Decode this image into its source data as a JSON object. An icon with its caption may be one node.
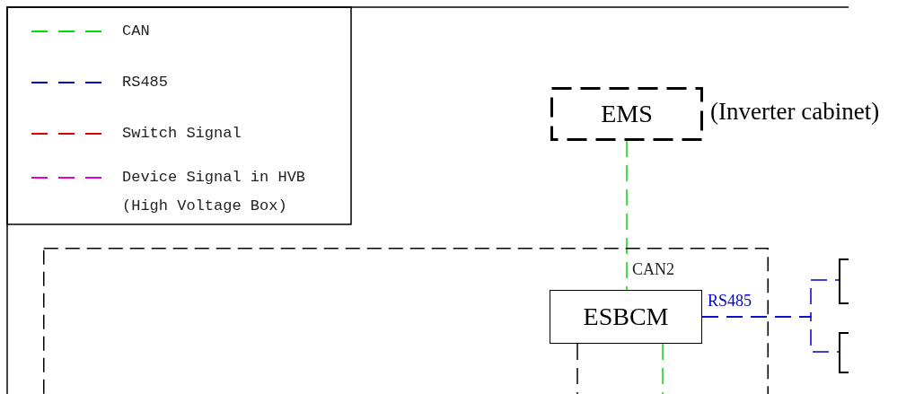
{
  "diagram": {
    "nodes": [
      {
        "text": [
          "EMS"
        ],
        "beside": [
          "(Inverter cabinet)"
        ]
      },
      {
        "text": [],
        "shape": "box"
      },
      {
        "text": [
          "ESBCM"
        ],
        "in": 1
      },
      {
        "text": [],
        "shape": "box"
      },
      {
        "text": [],
        "shape": "box"
      }
    ],
    "edges": [
      {
        "from": 0,
        "to": 2,
        "arrow": "none",
        "label": "CAN2",
        "style": "dashed",
        "color": "#00dd00"
      },
      {
        "from": 2,
        "to": 3,
        "arrow": "none",
        "label": "RS485",
        "style": "dashed",
        "color": "#0000cc"
      },
      {
        "from": 2,
        "to": 4,
        "arrow": "none",
        "style": "dashed",
        "color": "#0000cc"
      },
      {
        "from": 2,
        "to": null,
        "arrow": "none",
        "style": "dashed",
        "color": "#000000"
      },
      {
        "from": 2,
        "to": null,
        "arrow": "none",
        "style": "dashed",
        "color": "#00dd00"
      }
    ],
    "legend": [
      {
        "text": "CAN",
        "color": "#00dd00"
      },
      {
        "text": "RS485",
        "color": "#0000cc"
      },
      {
        "text": "Switch Signal",
        "color": "#dd0000"
      },
      {
        "text": "Device Signal in HVB (High Voltage Box)",
        "color": "#dd00dd"
      }
    ]
  }
}
